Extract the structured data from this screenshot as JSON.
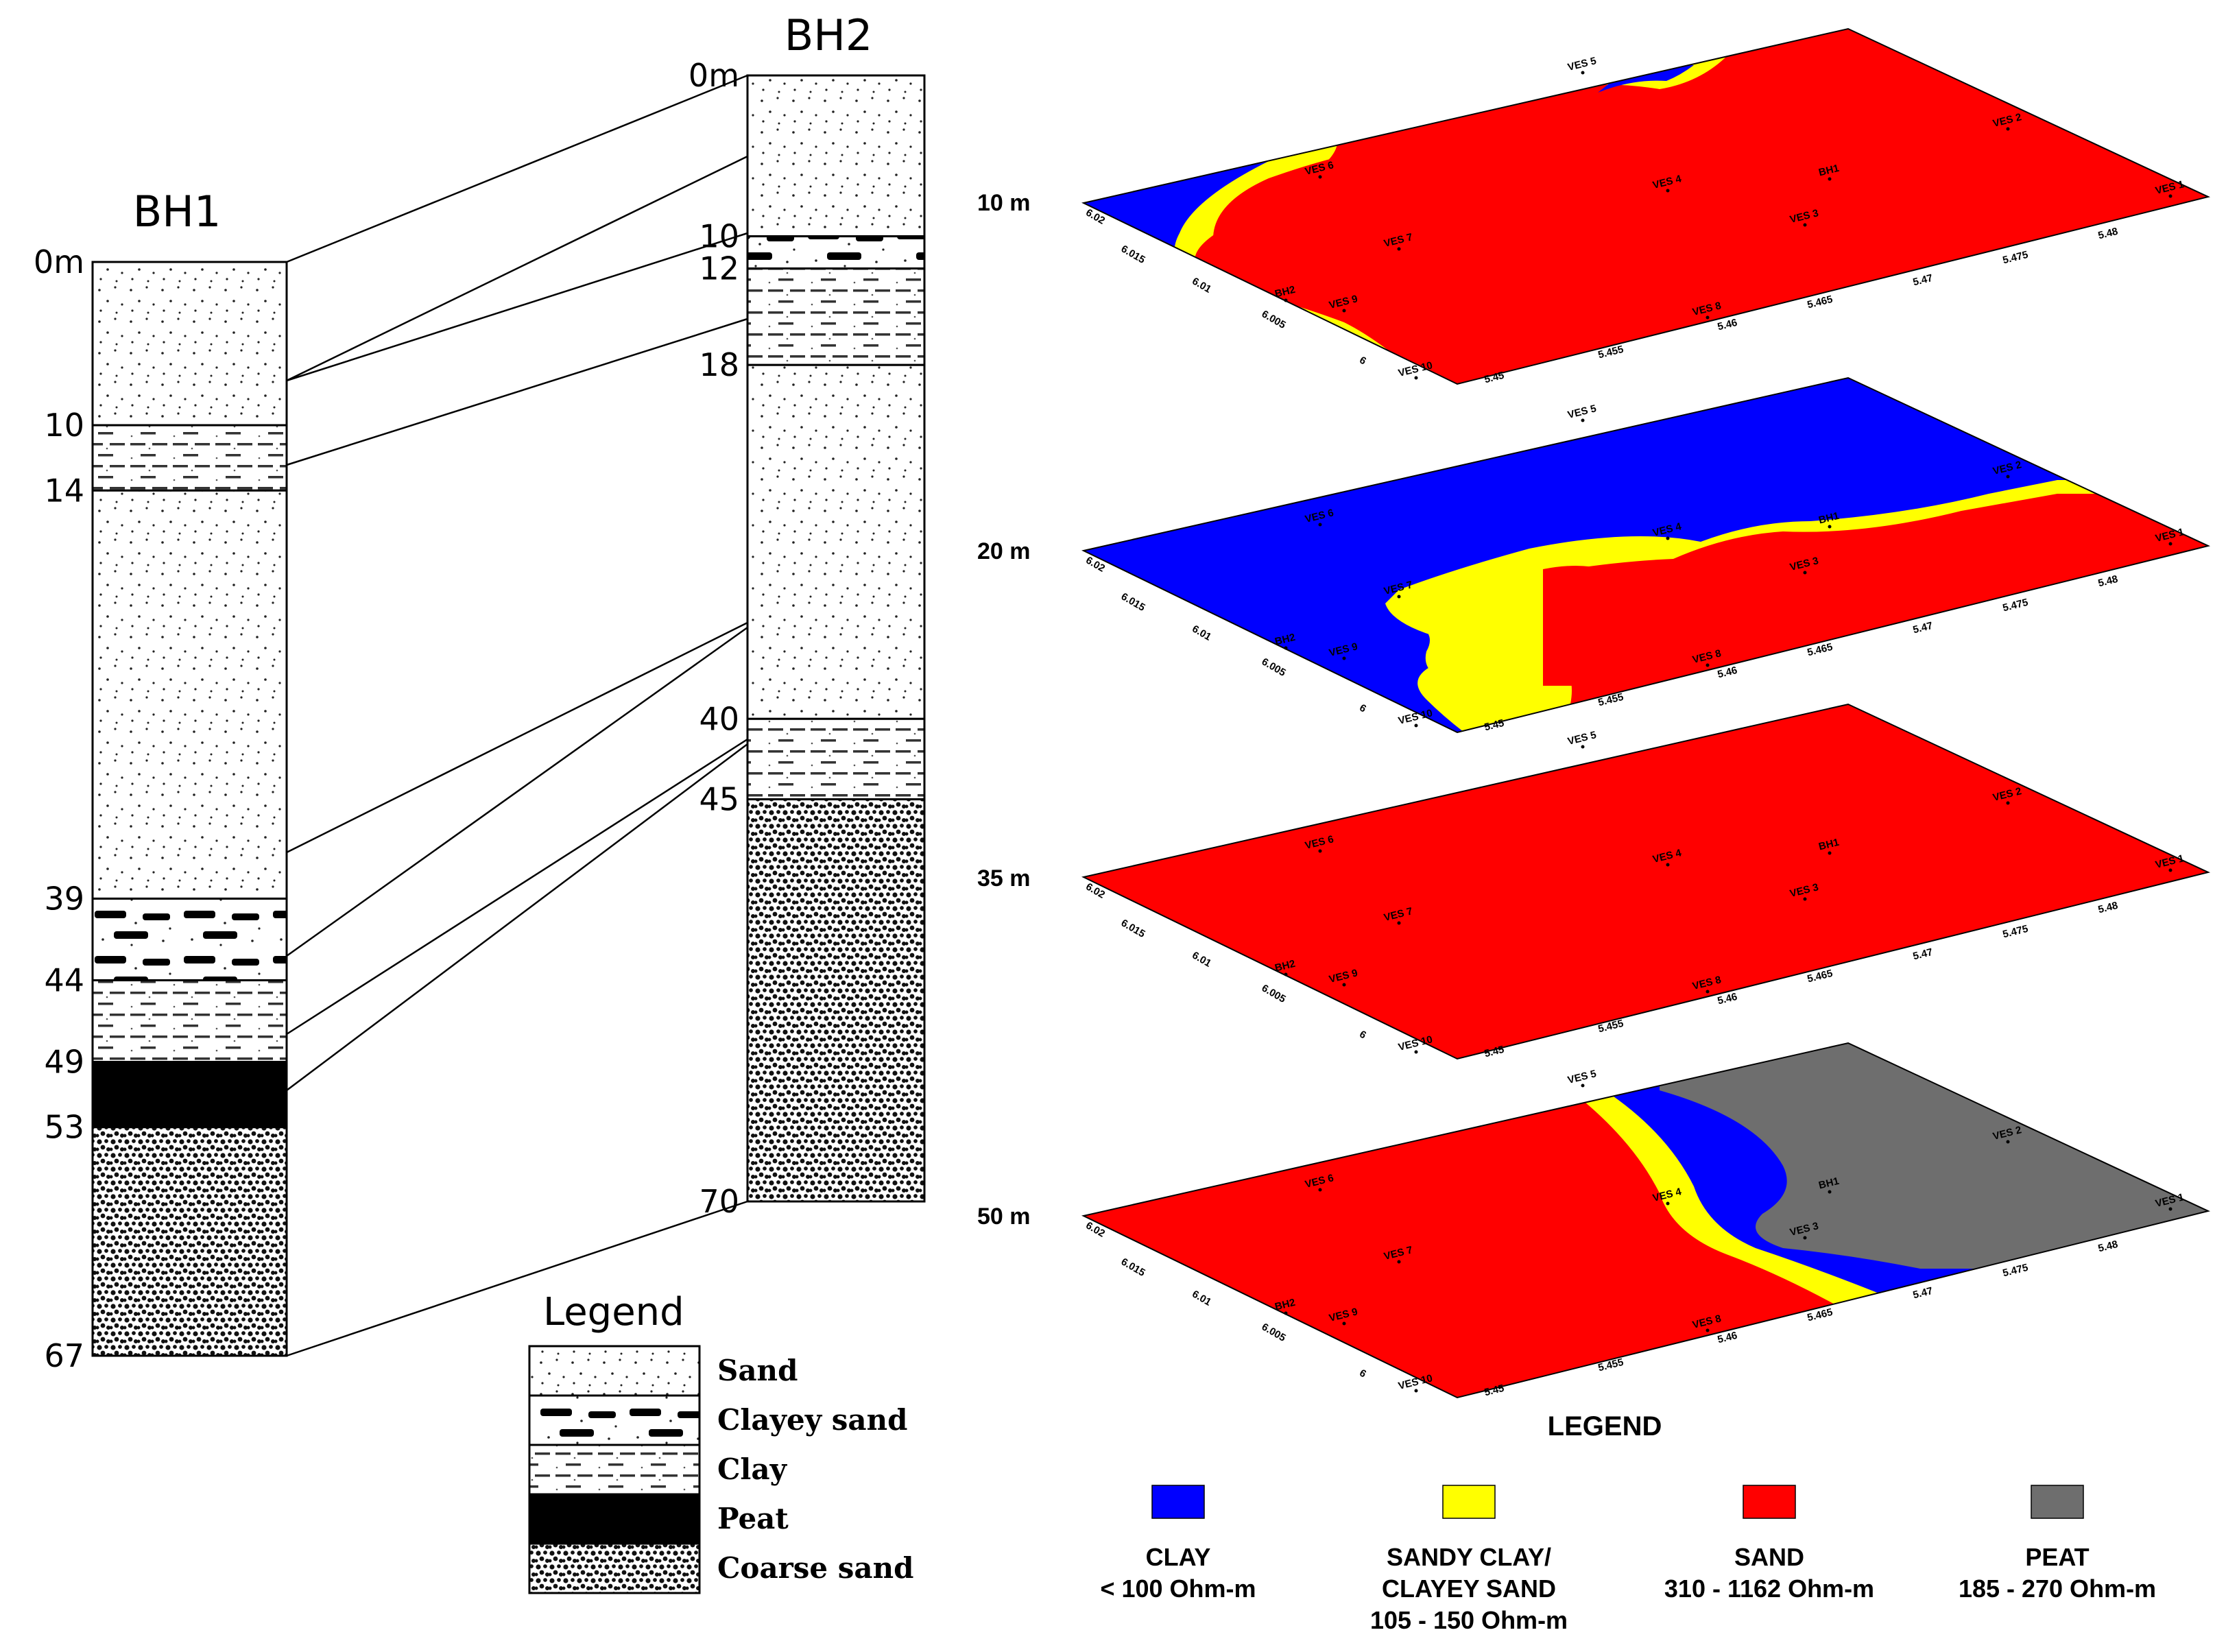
{
  "borehole_1": {
    "title": "BH1",
    "depths": [
      "0m",
      "10",
      "14",
      "39",
      "44",
      "49",
      "53",
      "67"
    ],
    "layers": [
      {
        "from": 0,
        "to": 10,
        "type": "sand"
      },
      {
        "from": 10,
        "to": 14,
        "type": "clay"
      },
      {
        "from": 14,
        "to": 39,
        "type": "sand"
      },
      {
        "from": 39,
        "to": 44,
        "type": "clayey-sand"
      },
      {
        "from": 44,
        "to": 49,
        "type": "clay"
      },
      {
        "from": 49,
        "to": 53,
        "type": "peat"
      },
      {
        "from": 53,
        "to": 67,
        "type": "coarse-sand"
      }
    ]
  },
  "borehole_2": {
    "title": "BH2",
    "depths": [
      "0m",
      "10",
      "12",
      "18",
      "40",
      "45",
      "70"
    ],
    "layers": [
      {
        "from": 0,
        "to": 10,
        "type": "sand"
      },
      {
        "from": 10,
        "to": 12,
        "type": "clayey-sand"
      },
      {
        "from": 12,
        "to": 18,
        "type": "clay"
      },
      {
        "from": 18,
        "to": 40,
        "type": "sand"
      },
      {
        "from": 40,
        "to": 45,
        "type": "clay"
      },
      {
        "from": 45,
        "to": 70,
        "type": "coarse-sand"
      }
    ]
  },
  "lithology_legend": {
    "title": "Legend",
    "items": [
      {
        "type": "sand",
        "label": "Sand"
      },
      {
        "type": "clayey-sand",
        "label": "Clayey sand"
      },
      {
        "type": "clay",
        "label": "Clay"
      },
      {
        "type": "peat",
        "label": "Peat"
      },
      {
        "type": "coarse-sand",
        "label": "Coarse sand"
      }
    ]
  },
  "depth_slices": [
    {
      "label": "10 m",
      "dominant": "sand"
    },
    {
      "label": "20 m",
      "dominant": "clay"
    },
    {
      "label": "35 m",
      "dominant": "sand"
    },
    {
      "label": "50 m",
      "dominant": "sand / peat"
    }
  ],
  "slice_annotations": {
    "stations": [
      "VES 1",
      "VES 2",
      "VES 3",
      "VES 4",
      "VES 5",
      "VES 6",
      "VES 7",
      "VES 8",
      "VES 9",
      "VES 10",
      "BH1",
      "BH2"
    ],
    "x_ticks": [
      "5.45",
      "5.455",
      "5.46",
      "5.465",
      "5.47",
      "5.475",
      "5.48"
    ],
    "y_ticks": [
      "6",
      "6.005",
      "6.01",
      "6.015",
      "6.02"
    ]
  },
  "resistivity_legend": {
    "title": "LEGEND",
    "items": [
      {
        "type": "clay",
        "color": "#0000ff",
        "line1": "CLAY",
        "line2": "< 100 Ohm-m",
        "line3": ""
      },
      {
        "type": "sandy-clay",
        "color": "#ffff00",
        "line1": "SANDY CLAY/",
        "line2": "CLAYEY SAND",
        "line3": "105 - 150 Ohm-m"
      },
      {
        "type": "sand",
        "color": "#ff0000",
        "line1": "SAND",
        "line2": "310 - 1162 Ohm-m",
        "line3": ""
      },
      {
        "type": "peat",
        "color": "#6e6e6e",
        "line1": "PEAT",
        "line2": "185 - 270 Ohm-m",
        "line3": ""
      }
    ]
  },
  "colors": {
    "clay": "#0000ff",
    "sandy_clay": "#ffff00",
    "sand": "#ff0000",
    "peat": "#6e6e6e"
  }
}
